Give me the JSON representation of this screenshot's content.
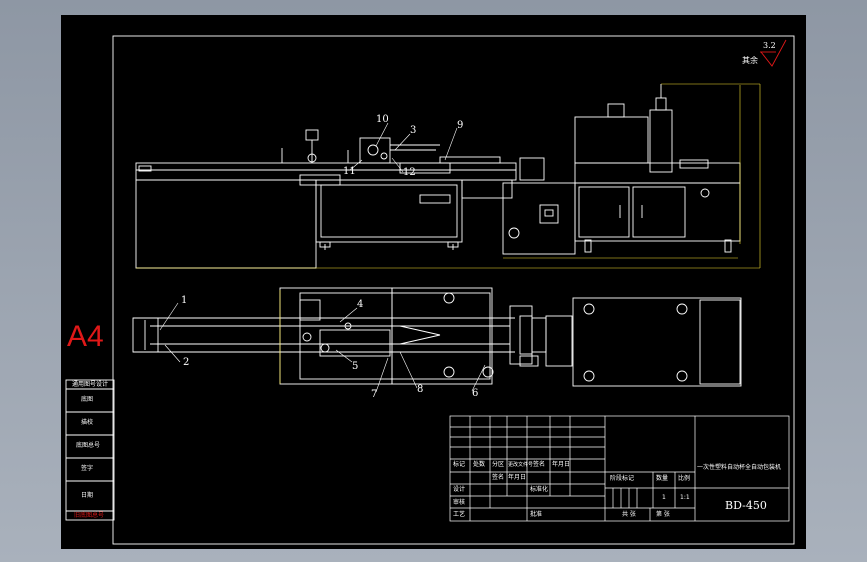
{
  "sheet": {
    "size_mark": "A4",
    "background": "#000000",
    "line_color": "#ffffff",
    "dim_color": "#f5e132",
    "accent": "#e01818"
  },
  "roughness": {
    "value": "3.2",
    "label": "其余"
  },
  "part_labels": [
    "1",
    "2",
    "3",
    "4",
    "5",
    "6",
    "7",
    "8",
    "9",
    "10",
    "11",
    "12"
  ],
  "side_table": {
    "rows": [
      "通用图号设计",
      "底图",
      "描校",
      "底图总号",
      "签字",
      "日期"
    ],
    "footer": "旧底图总号"
  },
  "title_block": {
    "product_name": "一次性塑料自动杯全自动包装机",
    "drawing_number": "BD-450",
    "headers": [
      "标记",
      "处数",
      "分区",
      "更改文件号",
      "签名",
      "年月日"
    ],
    "row_design": [
      "设计",
      "",
      "签名",
      "年月日",
      "标准化"
    ],
    "row_review": "审核",
    "row_process": [
      "工艺",
      "",
      "批准"
    ],
    "stage_label": "阶段标记",
    "quantity_label": "数量",
    "scale_label": "比例",
    "quantity": "1",
    "scale": "1:1",
    "sheets_total": "共 张",
    "sheet_no": "第 张"
  }
}
